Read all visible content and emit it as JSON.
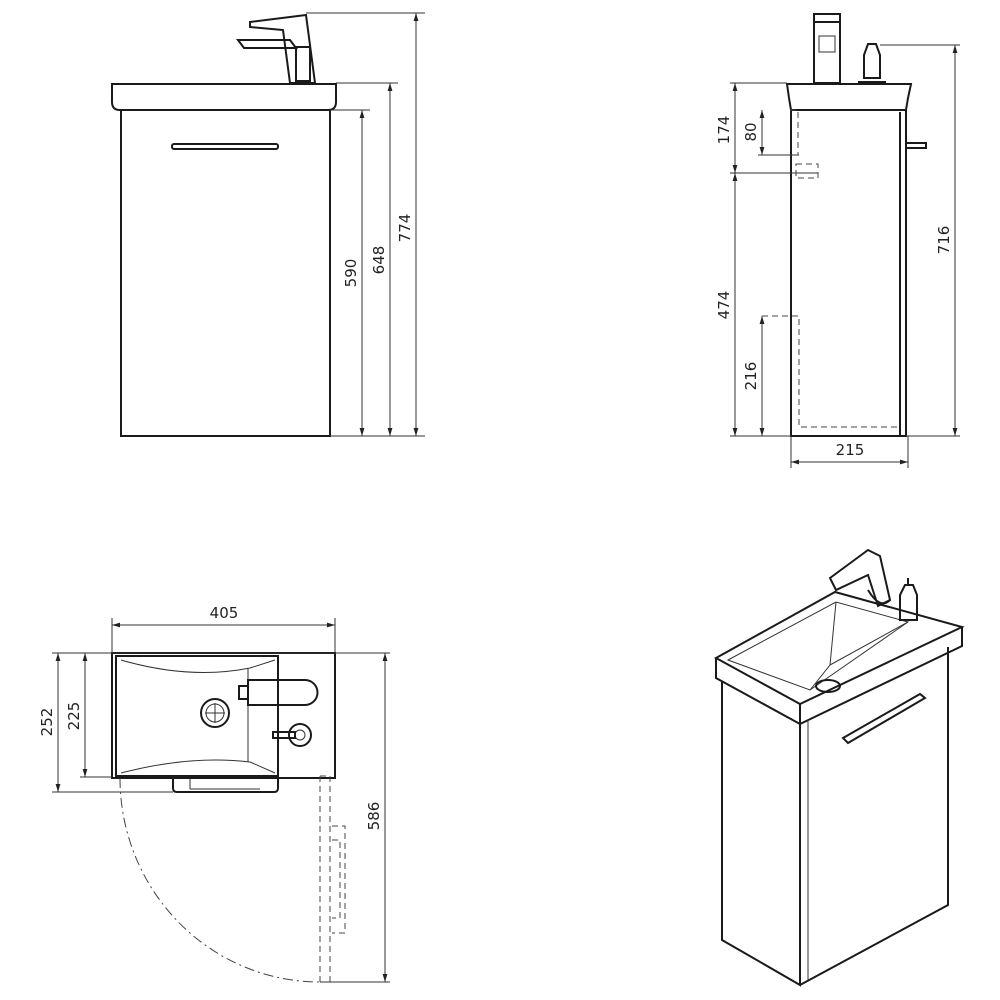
{
  "drawing": {
    "front_view": {
      "dim_cabinet_height": "590",
      "dim_basin_height": "648",
      "dim_total_height": "774"
    },
    "side_view": {
      "dim_upper": "174",
      "dim_hole": "80",
      "dim_lower": "474",
      "dim_bottom": "216",
      "dim_total": "716",
      "dim_depth": "215"
    },
    "plan_view": {
      "dim_width": "405",
      "dim_depth_total": "252",
      "dim_depth_basin": "225",
      "dim_door_swing": "586"
    }
  }
}
